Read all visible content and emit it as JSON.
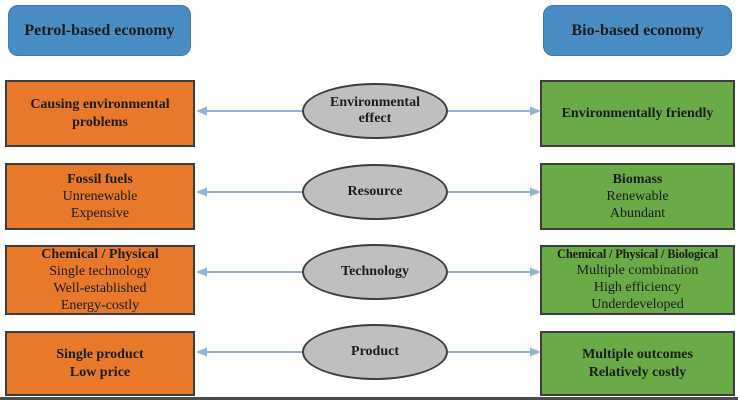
{
  "diagram": {
    "headers": {
      "left": "Petrol-based economy",
      "right": "Bio-based economy"
    },
    "rows": [
      {
        "label": "Environmental effect",
        "left": {
          "bold_lines": [
            "Causing environmental problems"
          ],
          "lines": []
        },
        "right": {
          "bold_lines": [
            "Environmentally friendly"
          ],
          "lines": []
        }
      },
      {
        "label": "Resource",
        "left": {
          "bold_lines": [
            "Fossil fuels"
          ],
          "lines": [
            "Unrenewable",
            "Expensive"
          ]
        },
        "right": {
          "bold_lines": [
            "Biomass"
          ],
          "lines": [
            "Renewable",
            "Abundant"
          ]
        }
      },
      {
        "label": "Technology",
        "left": {
          "bold_lines": [
            "Chemical / Physical"
          ],
          "lines": [
            "Single technology",
            "Well-established",
            "Energy-costly"
          ]
        },
        "right": {
          "bold_lines": [
            "Chemical / Physical / Biological"
          ],
          "lines": [
            "Multiple combination",
            "High efficiency",
            "Underdeveloped"
          ]
        }
      },
      {
        "label": "Product",
        "left": {
          "bold_lines": [
            "Single product",
            "Low price"
          ],
          "lines": []
        },
        "right": {
          "bold_lines": [
            "Multiple outcomes",
            "Relatively costly"
          ],
          "lines": []
        }
      }
    ],
    "colors": {
      "header_blue": "#4a8dc5",
      "petrol_orange": "#e8792a",
      "bio_green": "#6aab47",
      "ellipse_gray": "#bfbfbf",
      "arrow_blue": "#95b3d7",
      "border_dark": "#3d3d3d",
      "text_dark": "#1c1c1c"
    }
  }
}
